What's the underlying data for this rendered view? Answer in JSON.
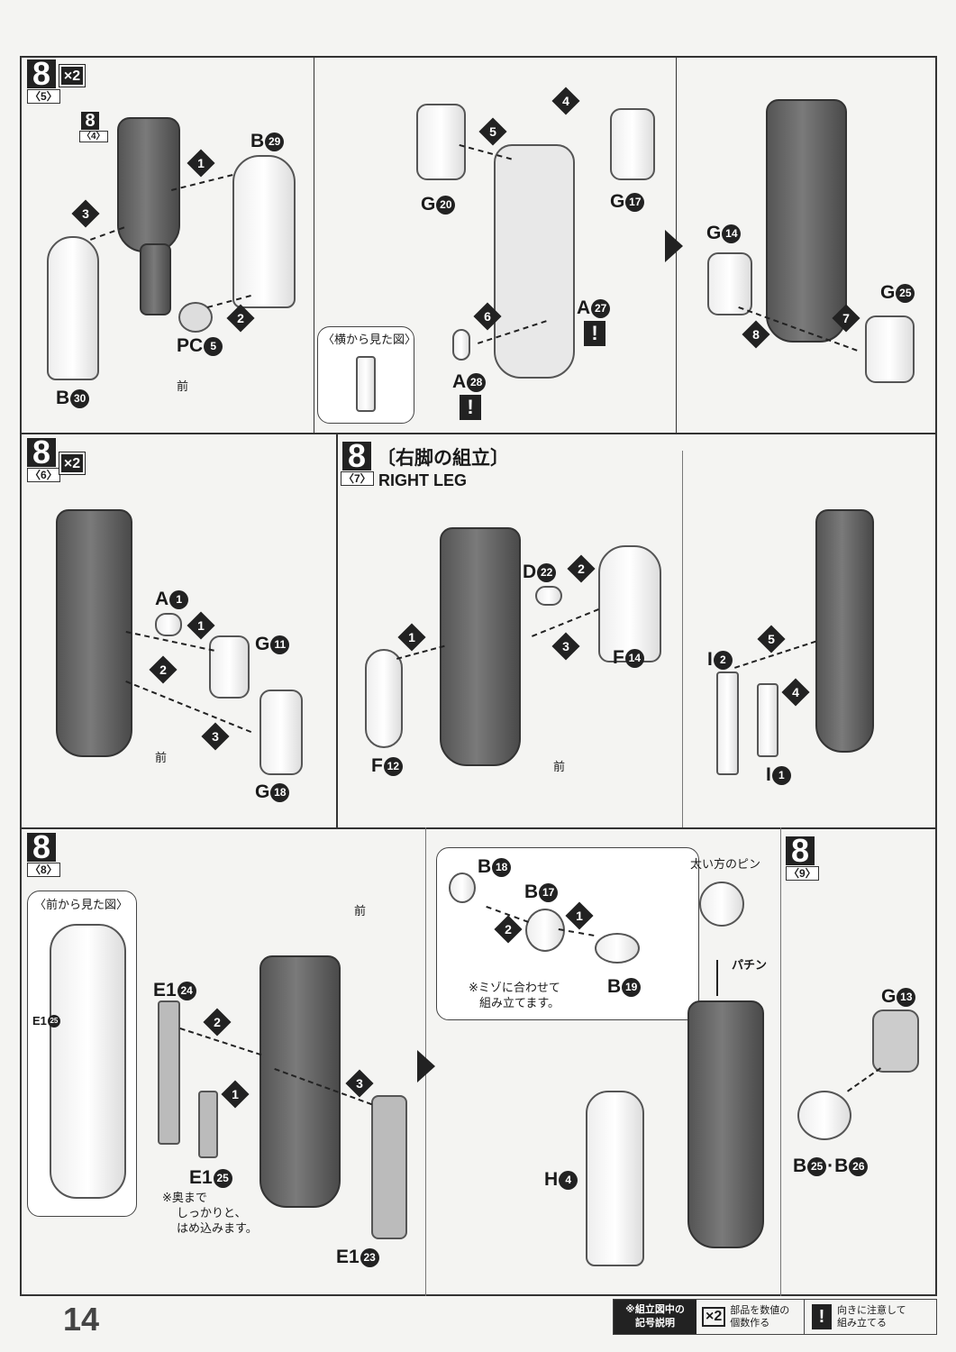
{
  "page_number": "14",
  "steps": [
    {
      "num": "8",
      "sub": "〈5〉",
      "mult": "×2",
      "ref_num": "8",
      "ref_sub": "〈4〉",
      "labels": [
        {
          "l": "B",
          "n": "29"
        },
        {
          "l": "PC",
          "n": "5"
        },
        {
          "l": "B",
          "n": "30"
        }
      ],
      "front": "前",
      "diamonds": [
        "1",
        "3",
        "2"
      ]
    },
    {
      "labels": [
        {
          "l": "G",
          "n": "20"
        },
        {
          "l": "G",
          "n": "17"
        },
        {
          "l": "A",
          "n": "27"
        },
        {
          "l": "A",
          "n": "28"
        }
      ],
      "diamonds": [
        "5",
        "4",
        "6"
      ],
      "side_view": "〈横から見た図〉",
      "warn": "!"
    },
    {
      "labels": [
        {
          "l": "G",
          "n": "14"
        },
        {
          "l": "G",
          "n": "25"
        }
      ],
      "diamonds": [
        "7",
        "8"
      ]
    },
    {
      "num": "8",
      "sub": "〈6〉",
      "mult": "×2",
      "labels": [
        {
          "l": "A",
          "n": "1"
        },
        {
          "l": "G",
          "n": "11"
        },
        {
          "l": "G",
          "n": "18"
        }
      ],
      "diamonds": [
        "1",
        "2",
        "3"
      ],
      "front": "前"
    },
    {
      "num": "8",
      "sub": "〈7〉",
      "title_jp": "〔右脚の組立〕",
      "title_en": "RIGHT LEG",
      "labels": [
        {
          "l": "D",
          "n": "22"
        },
        {
          "l": "F",
          "n": "14"
        },
        {
          "l": "F",
          "n": "12"
        },
        {
          "l": "I",
          "n": "2"
        },
        {
          "l": "I",
          "n": "1"
        }
      ],
      "diamonds": [
        "2",
        "1",
        "3",
        "5",
        "4"
      ],
      "front": "前"
    },
    {
      "num": "8",
      "sub": "〈8〉",
      "front_view": "〈前から見た図〉",
      "labels": [
        {
          "l": "E1",
          "n": "25"
        },
        {
          "l": "E1",
          "n": "24"
        },
        {
          "l": "E1",
          "n": "25"
        },
        {
          "l": "E1",
          "n": "23"
        }
      ],
      "diamonds": [
        "2",
        "1",
        "3"
      ],
      "front": "前",
      "note": [
        "※奥まで",
        "しっかりと、",
        "はめ込みます。"
      ]
    },
    {
      "labels": [
        {
          "l": "B",
          "n": "18"
        },
        {
          "l": "B",
          "n": "17"
        },
        {
          "l": "B",
          "n": "19"
        },
        {
          "l": "H",
          "n": "4"
        }
      ],
      "diamonds": [
        "1",
        "2"
      ],
      "note": [
        "※ミゾに合わせて",
        "組み立てます。"
      ],
      "pin_note": "太い方のピン",
      "snap": "パチン"
    },
    {
      "num": "8",
      "sub": "〈9〉",
      "labels": [
        {
          "l": "G",
          "n": "13"
        },
        {
          "l": "B",
          "n": "25"
        },
        {
          "l": "B",
          "n": "26"
        }
      ],
      "sep": "·"
    }
  ],
  "legend": {
    "title": [
      "※組立図中の",
      "記号説明"
    ],
    "mult_icon": "×2",
    "mult_text": [
      "部品を数値の",
      "個数作る"
    ],
    "warn_icon": "!",
    "warn_text": [
      "向きに注意して",
      "組み立てる"
    ]
  }
}
